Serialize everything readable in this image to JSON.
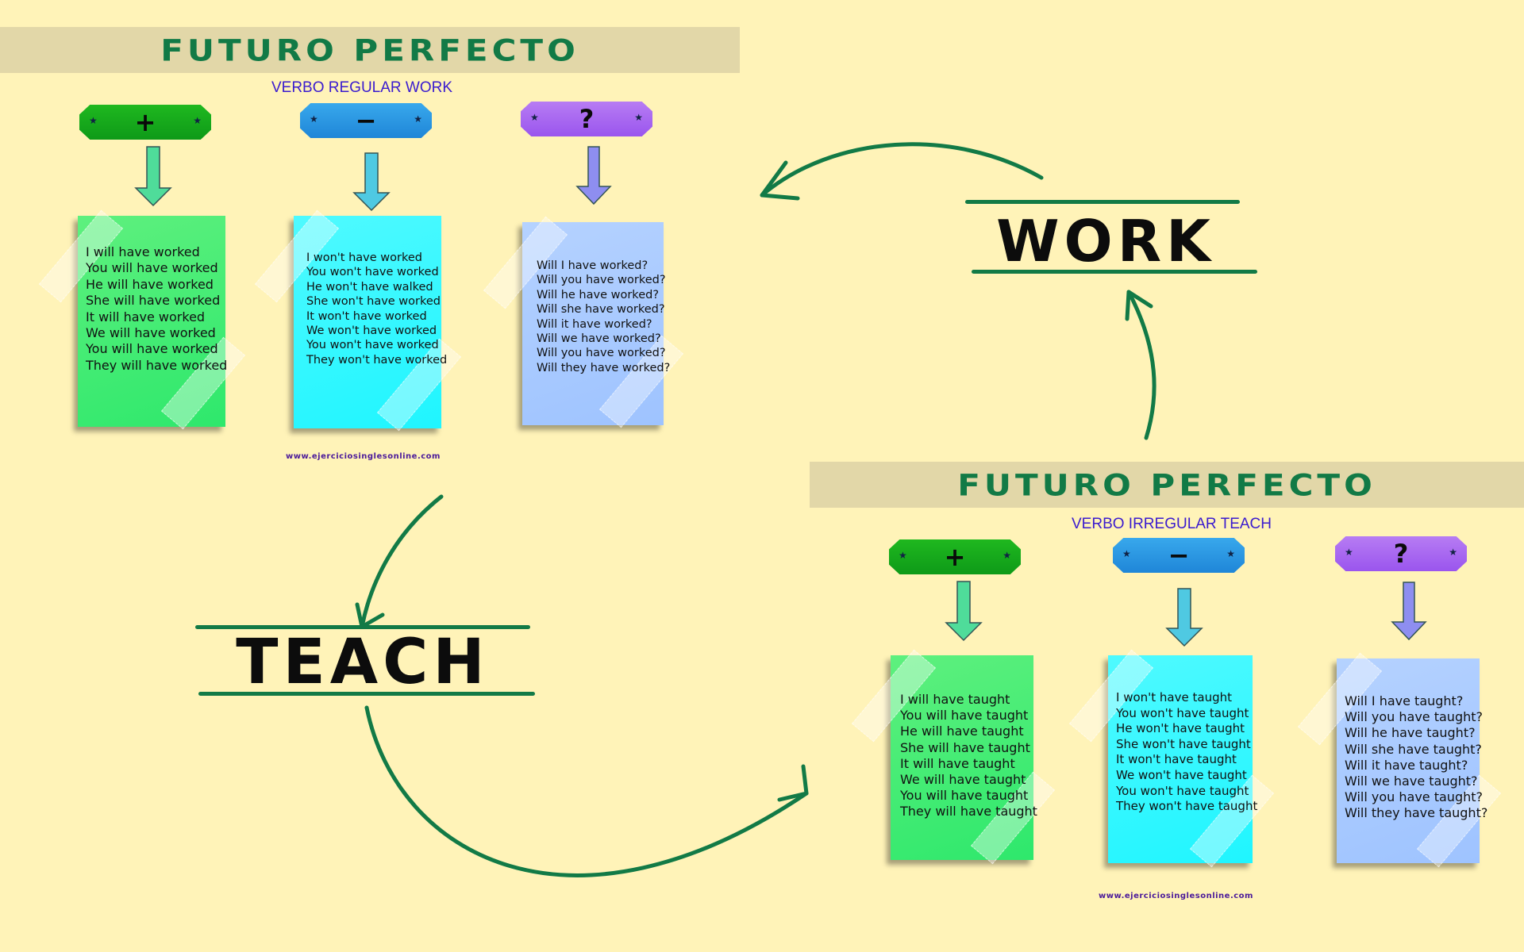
{
  "colors": {
    "background": "#fff3b8",
    "title_bar": "#e2d7a8",
    "title_text": "#127a46",
    "subtitle_text": "#3a1bcf",
    "plus_badge": "#1fb81f",
    "minus_badge": "#38a8ec",
    "question_badge": "#b77cf3",
    "note_green": "#2ee86c",
    "note_cyan": "#1ff5ff",
    "note_blue": "#9ec3ff",
    "curve": "#127a46"
  },
  "work_section": {
    "title": "FUTURO PERFECTO",
    "subtitle": "VERBO REGULAR WORK",
    "badges": {
      "plus": "+",
      "minus": "−",
      "question": "?"
    },
    "affirmative": [
      "I will have worked",
      "You will have worked",
      "He will have worked",
      "She will have worked",
      "It will have worked",
      "We will have worked",
      "You will have worked",
      "They will have worked"
    ],
    "negative": [
      "I won't have worked",
      "You won't have worked",
      "He won't have walked",
      "She won't have worked",
      "It won't have worked",
      "We won't have worked",
      "You won't have worked",
      "They won't have worked"
    ],
    "interrogative": [
      "Will I have worked?",
      "Will you have worked?",
      "Will he have worked?",
      "Will she have worked?",
      "Will it have worked?",
      "Will we have worked?",
      "Will you have worked?",
      "Will they have worked?"
    ],
    "footer": "www.ejerciciosinglesonline.com"
  },
  "teach_section": {
    "title": "FUTURO PERFECTO",
    "subtitle": "VERBO IRREGULAR TEACH",
    "badges": {
      "plus": "+",
      "minus": "−",
      "question": "?"
    },
    "affirmative": [
      "I will have taught",
      "You will have taught",
      "He will have taught",
      "She will have taught",
      "It will have taught",
      "We will have taught",
      "You will have taught",
      "They will have taught"
    ],
    "negative": [
      "I won't have taught",
      "You won't have taught",
      "He won't have taught",
      "She won't have taught",
      "It won't have taught",
      "We won't have taught",
      "You won't have taught",
      "They won't have taught"
    ],
    "interrogative": [
      "Will I have taught?",
      "Will you have taught?",
      "Will he have taught?",
      "Will she have taught?",
      "Will it have taught?",
      "Will we have taught?",
      "Will you have taught?",
      "Will they have taught?"
    ],
    "footer": "www.ejerciciosinglesonline.com"
  },
  "labels": {
    "work": "WORK",
    "teach": "TEACH"
  }
}
